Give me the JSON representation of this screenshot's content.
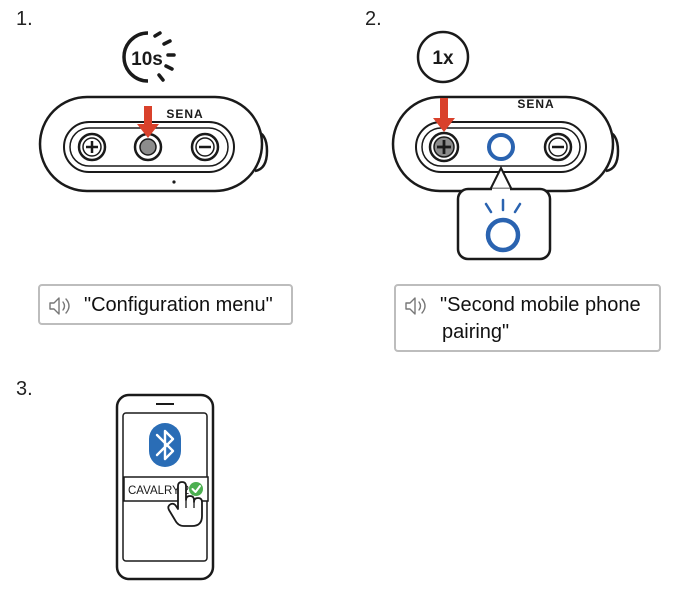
{
  "steps": [
    {
      "number": "1.",
      "badge": "10s",
      "brand": "SENA",
      "voice_prompt": "\"Configuration menu\""
    },
    {
      "number": "2.",
      "badge": "1x",
      "brand": "SENA",
      "voice_prompt_line1": "\"Second mobile phone",
      "voice_prompt_line2": "pairing\""
    },
    {
      "number": "3.",
      "device_name": "CAVALRY 2"
    }
  ],
  "colors": {
    "press_arrow": "#d9412b",
    "button_ring": "#2a63b0",
    "bluetooth_badge": "#2a6db6",
    "check_badge": "#4caf50",
    "outline": "#1a1a1a",
    "box_border": "#bdbdbd"
  },
  "icons": [
    "timer-icon",
    "press-arrow-icon",
    "plus-icon",
    "minus-icon",
    "led-blink-icon",
    "speaker-icon",
    "bluetooth-icon",
    "checkmark-icon",
    "hand-pointer-icon"
  ]
}
